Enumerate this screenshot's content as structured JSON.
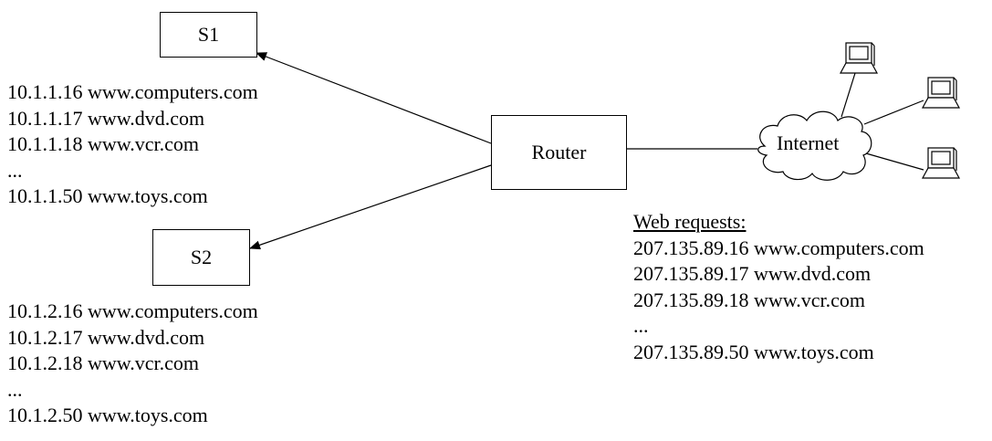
{
  "nodes": {
    "s1": "S1",
    "s2": "S2",
    "router": "Router",
    "internet": "Internet"
  },
  "s1_table": [
    "10.1.1.16 www.computers.com",
    "10.1.1.17 www.dvd.com",
    "10.1.1.18 www.vcr.com",
    "...",
    "10.1.1.50 www.toys.com"
  ],
  "s2_table": [
    "10.1.2.16 www.computers.com",
    "10.1.2.17 www.dvd.com",
    "10.1.2.18 www.vcr.com",
    "...",
    "10.1.2.50 www.toys.com"
  ],
  "web_requests": {
    "heading": "Web requests:",
    "lines": [
      "207.135.89.16 www.computers.com",
      "207.135.89.17 www.dvd.com",
      "207.135.89.18 www.vcr.com",
      "...",
      "207.135.89.50 www.toys.com"
    ]
  }
}
